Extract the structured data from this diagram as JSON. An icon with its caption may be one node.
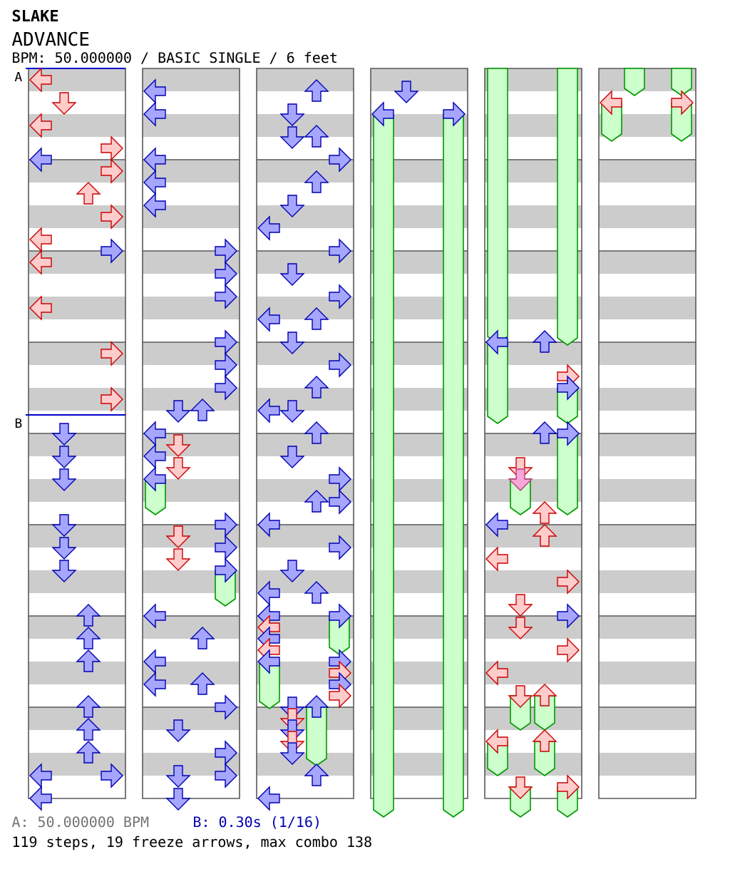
{
  "diagram": {
    "title": "SLAKE",
    "labels": [
      "ADVANCE",
      "BPM: 50.000000 / BASIC SINGLE / 6 feet",
      "A",
      "B",
      "A: 50.000000 BPM",
      "B: 0.30s (1/16)",
      "119 steps, 19 freeze arrows, max combo 138"
    ]
  }
}
